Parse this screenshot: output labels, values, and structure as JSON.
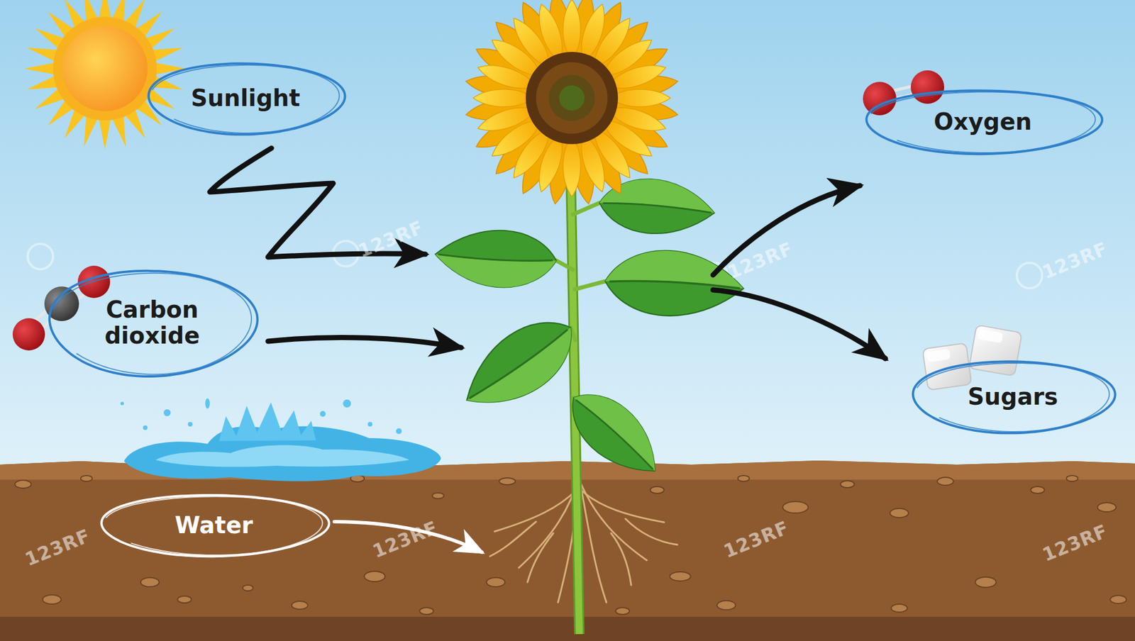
{
  "diagram": {
    "nodes": [
      {
        "text": [
          "Sunlight"
        ]
      },
      {
        "text": [
          "Oxygen"
        ]
      },
      {
        "text": [
          "Carbon dioxide"
        ]
      },
      {
        "text": [
          "Sugars"
        ]
      },
      {
        "text": [
          "Water"
        ]
      }
    ],
    "labels": [
      "123RF",
      "123RF",
      "123RF",
      "123RF",
      "123RF",
      "123RF",
      "123RF"
    ]
  }
}
